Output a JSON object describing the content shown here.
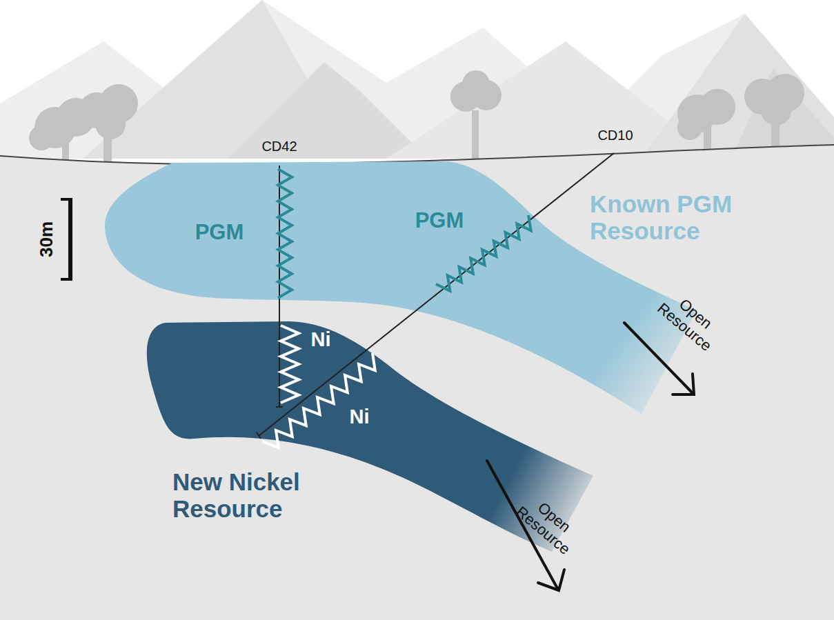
{
  "diagram": {
    "labels": [
      "CD42",
      "CD10",
      "Known PGM Resource",
      "30m",
      "PGM",
      "PGM",
      "Open Resource",
      "Ni",
      "Ni",
      "New Nickel Resource",
      "Open Resource"
    ]
  }
}
